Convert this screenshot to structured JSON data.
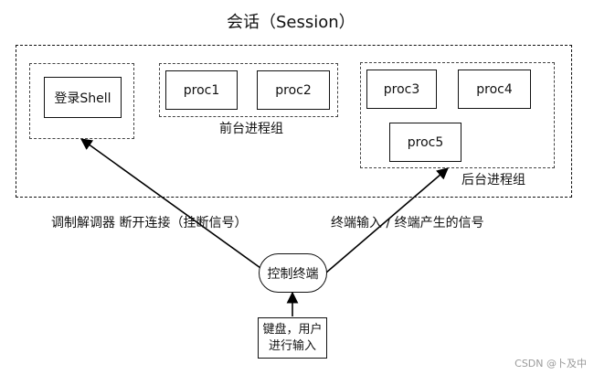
{
  "session_title": "会话（Session）",
  "login_shell": "登录Shell",
  "proc1": "proc1",
  "proc2": "proc2",
  "proc3": "proc3",
  "proc4": "proc4",
  "proc5": "proc5",
  "foreground_group": "前台进程组",
  "background_group": "后台进程组",
  "left_arrow_label": "调制解调器 断开连接（挂断信号）",
  "right_arrow_label": "终端输入 / 终端产生的信号",
  "control_terminal": "控制终端",
  "keyboard_line1": "键盘，用户",
  "keyboard_line2": "进行输入",
  "watermark": "CSDN @卜及中"
}
